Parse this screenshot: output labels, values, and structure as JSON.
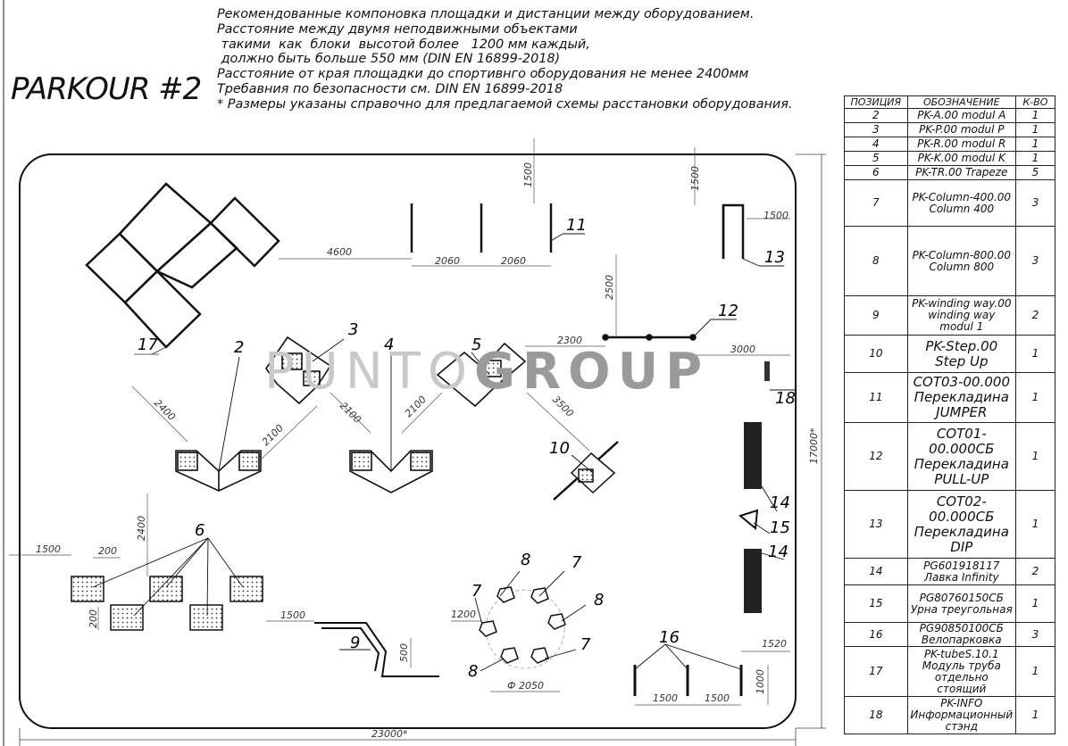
{
  "title": "PARKOUR #2",
  "notes": [
    "Рекомендованные компоновка площадки и дистанции между оборудованием.",
    "Расстояние между двумя неподвижными объектами",
    " такими  как  блоки  высотой более   1200 мм каждый,",
    " должно быть больше 550 мм (DIN EN 16899-2018)",
    "Расстояние от края площадки до спортивнго оборудования не менее 2400мм",
    "Требавния по безопасности см. DIN EN 16899-2018",
    "* Размеры указаны справочно для предлагаемой схемы расстановки оборудования."
  ],
  "watermark": {
    "light": "PUNTO",
    "bold": "GROUP"
  },
  "dimensions": {
    "d4600": "4600",
    "d2060a": "2060",
    "d2060b": "2060",
    "d1500top": "1500",
    "d1500right": "1500",
    "d1500right2": "1500",
    "d2500": "2500",
    "d2300": "2300",
    "d3000": "3000",
    "d2400diag": "2400",
    "d2100a": "2100",
    "d2100b": "2100",
    "d2100c": "2100",
    "d3500": "3500",
    "d2400left": "2400",
    "d1500left": "1500",
    "d200a": "200",
    "d200b": "200",
    "d1500mid": "1500",
    "d500": "500",
    "d1200": "1200",
    "dphi": "Ф 2050",
    "d1520": "1520",
    "d1000": "1000",
    "d1500b1": "1500",
    "d1500b2": "1500",
    "d17000": "17000*",
    "d23000": "23000*"
  },
  "callouts": {
    "n2": "2",
    "n3": "3",
    "n4": "4",
    "n5": "5",
    "n6": "6",
    "n7a": "7",
    "n7b": "7",
    "n7c": "7",
    "n8a": "8",
    "n8b": "8",
    "n8c": "8",
    "n9": "9",
    "n10": "10",
    "n11": "11",
    "n12": "12",
    "n13": "13",
    "n14a": "14",
    "n14b": "14",
    "n15": "15",
    "n16": "16",
    "n17": "17",
    "n18": "18"
  },
  "spec_table": {
    "headers": [
      "ПОЗИЦИЯ",
      "ОБОЗНАЧЕНИЕ",
      "К-ВО"
    ],
    "rows": [
      {
        "pos": "2",
        "name": "PK-A.00 modul A",
        "qty": "1"
      },
      {
        "pos": "3",
        "name": "PK-P.00 modul P",
        "qty": "1"
      },
      {
        "pos": "4",
        "name": "PK-R.00 modul R",
        "qty": "1"
      },
      {
        "pos": "5",
        "name": "PK-K.00 modul K",
        "qty": "1"
      },
      {
        "pos": "6",
        "name": "PK-TR.00 Trapeze",
        "qty": "5"
      },
      {
        "pos": "7",
        "name": "PK-Column-400.00 Column 400",
        "qty": "3"
      },
      {
        "pos": "8",
        "name": "PK-Column-800.00 Column 800",
        "qty": "3"
      },
      {
        "pos": "9",
        "name": "PK-winding way.00 winding way modul 1",
        "qty": "2"
      },
      {
        "pos": "10",
        "name": "PK-Step.00 Step Up",
        "qty": "1"
      },
      {
        "pos": "11",
        "name": "COT03-00.000 Перекладина JUMPER",
        "qty": "1"
      },
      {
        "pos": "12",
        "name": "COT01-00.000СБ Перекладина PULL-UP",
        "qty": "1"
      },
      {
        "pos": "13",
        "name": "COT02-00.000СБ Перекладина DIP",
        "qty": "1"
      },
      {
        "pos": "14",
        "name": "PG601918117 Лавка Infinity",
        "qty": "2"
      },
      {
        "pos": "15",
        "name": "PG80760150СБ Урна треугольная",
        "qty": "1"
      },
      {
        "pos": "16",
        "name": "PG90850100СБ Велопарковка",
        "qty": "3"
      },
      {
        "pos": "17",
        "name": "PK-tubeS.10.1 Модуль труба отдельно стоящий",
        "qty": "1"
      },
      {
        "pos": "18",
        "name": "PK-INFO Информационный стэнд",
        "qty": "1"
      }
    ]
  }
}
